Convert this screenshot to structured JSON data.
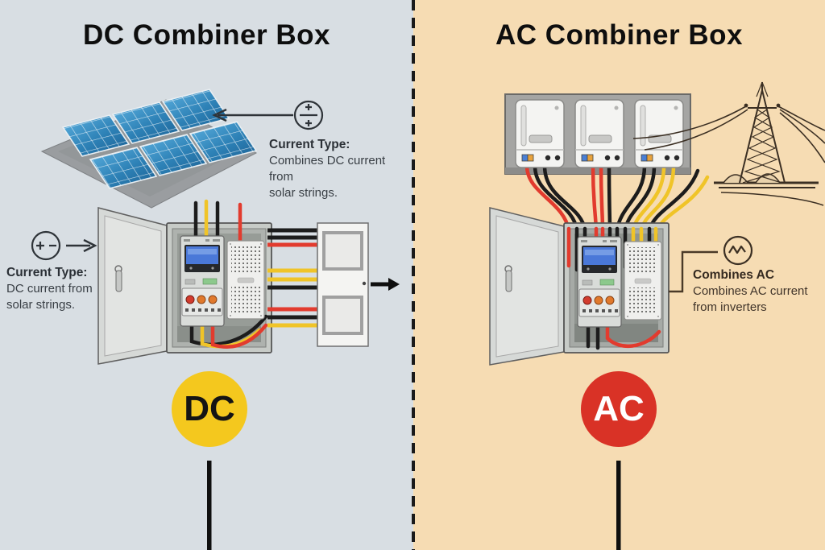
{
  "left": {
    "title": "DC Combiner Box",
    "annotation_top": {
      "heading": "Current Type:",
      "body_line1": "Combines DC current from",
      "body_line2": "solar strings."
    },
    "annotation_side": {
      "heading": "Current Type:",
      "body_line1": "DC current from",
      "body_line2": "solar strings."
    },
    "badge_label": "DC",
    "colors": {
      "background": "#D8DEE3",
      "badge": "#F4C81E",
      "badge_text": "#141414"
    }
  },
  "right": {
    "title": "AC Combiner Box",
    "annotation": {
      "heading": "Combines AC",
      "body_line1": "Combines AC current",
      "body_line2": "from inverters"
    },
    "badge_label": "AC",
    "colors": {
      "background": "#F6DCB3",
      "badge": "#D93226",
      "badge_text": "#FFFFFF"
    }
  },
  "icons": {
    "dc_combined": "plus-plus-circle",
    "dc_source": "plus-minus-circle",
    "ac_wave": "sine-wave-circle"
  },
  "wire_colors": {
    "red": "#E23B2E",
    "black": "#1C1C1C",
    "yellow": "#F0C428"
  }
}
